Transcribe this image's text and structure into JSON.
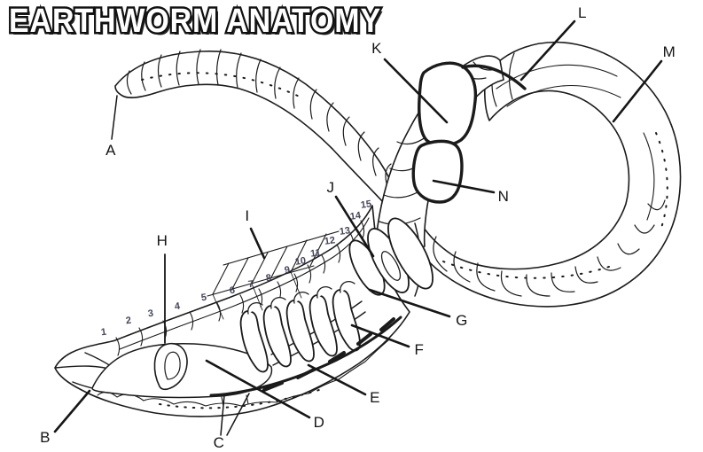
{
  "title": "EARTHWORM ANATOMY",
  "colors": {
    "ink": "#1b1b1b",
    "background": "#ffffff",
    "segment_number_ink": "#45455c"
  },
  "labels": {
    "A": "A",
    "B": "B",
    "C": "C",
    "D": "D",
    "E": "E",
    "F": "F",
    "G": "G",
    "H": "H",
    "I": "I",
    "J": "J",
    "K": "K",
    "L": "L",
    "M": "M",
    "N": "N"
  },
  "segment_numbers": [
    "1",
    "2",
    "3",
    "4",
    "5",
    "6",
    "7",
    "8",
    "9",
    "10",
    "11",
    "12",
    "13",
    "14",
    "15"
  ]
}
